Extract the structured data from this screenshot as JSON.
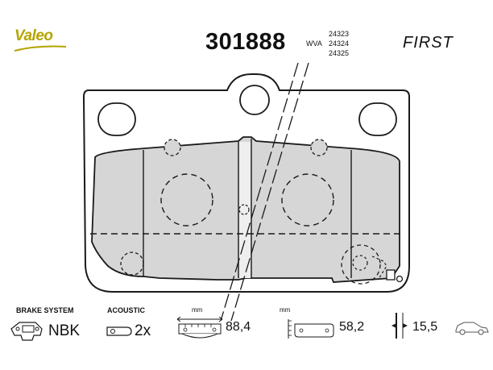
{
  "header": {
    "brand": "Valeo",
    "part_number": "301888",
    "wva_label": "WVA",
    "wva_numbers": [
      "24323",
      "24324",
      "24325"
    ],
    "line_name": "FIRST"
  },
  "specs": {
    "brake_system_label": "BRAKE SYSTEM",
    "brake_system_value": "NBK",
    "acoustic_label": "ACOUSTIC",
    "acoustic_value": "2x",
    "width_unit": "mm",
    "width_value": "88,4",
    "height_unit": "mm",
    "height_value": "58,2",
    "thickness_value": "15,5"
  },
  "colors": {
    "pad_fill": "#d6d6d6",
    "brand_yellow": "#b5a400",
    "outline": "#1a1a1a"
  }
}
